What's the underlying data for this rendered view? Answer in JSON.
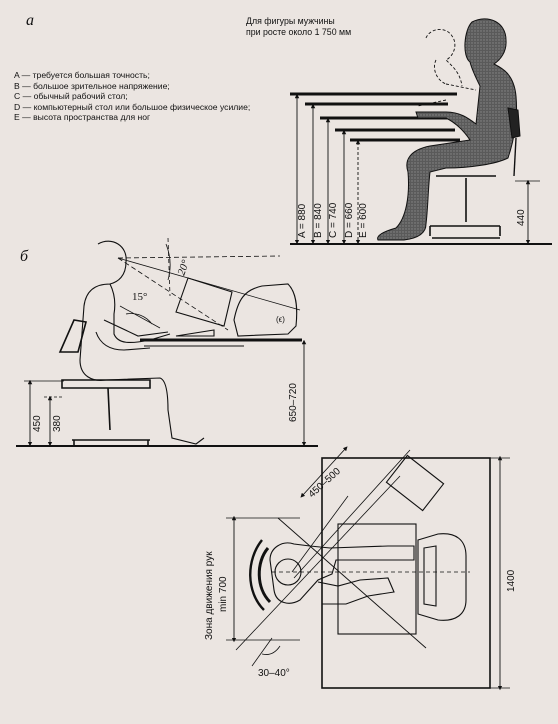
{
  "panels": {
    "a": {
      "label": "a",
      "caption_line1": "Для фигуры мужчины",
      "caption_line2": "при росте около 1 750 мм",
      "legend": [
        "A — требуется большая точность;",
        "B — большое зрительное напряжение;",
        "C — обычный рабочий стол;",
        "D — компьютерный стол или большое физическое усилие;",
        "E — высота пространства для ног"
      ],
      "heights": [
        {
          "label": "A = 880",
          "value": 880
        },
        {
          "label": "B = 840",
          "value": 840
        },
        {
          "label": "C = 740",
          "value": 740
        },
        {
          "label": "D = 660",
          "value": 660
        },
        {
          "label": "E = 600",
          "value": 600
        }
      ],
      "seat_height": "440"
    },
    "b": {
      "label": "б",
      "angle_view": "20°",
      "angle_tilt": "15°",
      "seat_height": "450",
      "seat_height_low": "380",
      "table_height": "650–720",
      "screen_mark": "(ϵ)"
    },
    "c": {
      "reach": "450–500",
      "depth": "1400",
      "arm_zone": "Зона движения рук",
      "arm_zone_min": "min 700",
      "angle": "30–40°"
    }
  }
}
